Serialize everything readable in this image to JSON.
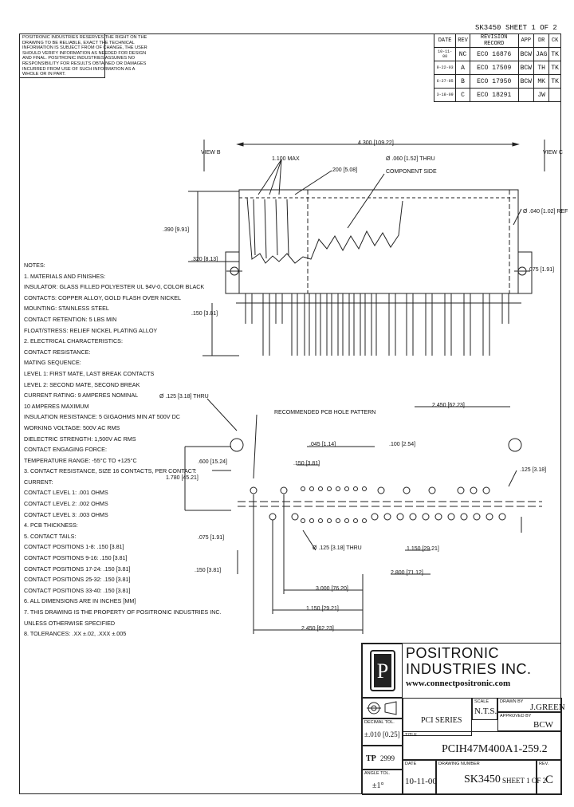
{
  "header": {
    "doc_number": "SK3450",
    "sheet": "SHEET 1 OF 2"
  },
  "disclaimer": [
    "POSITRONIC INDUSTRIES RESERVES THE RIGHT ON THE",
    "DRAWING TO BE RELIABLE, EXACT THE TECHNICAL",
    "INFORMATION IS SUBJECT FROM OF CHANGE, THE USER",
    "SHOULD VERIFY INFORMATION AS NEEDED FOR DESIGN",
    "AND FINAL. POSITRONIC INDUSTRIES ASSUMES NO",
    "RESPONSIBILITY FOR RESULTS OBTAINED OR DAMAGES",
    "INCURRED FROM USE OF SUCH INFORMATION AS A",
    "WHOLE OR IN PART."
  ],
  "revision_table": {
    "headers": [
      "DATE",
      "REV",
      "REVISION RECORD",
      "APP",
      "DR",
      "CK"
    ],
    "rows": [
      [
        "10-11-00",
        "NC",
        "ECO 16876",
        "BCW",
        "JAG",
        "TK"
      ],
      [
        "9-22-03",
        "A",
        "ECO 17509",
        "BCW",
        "TH",
        "TK"
      ],
      [
        "6-27-05",
        "B",
        "ECO 17950",
        "BCW",
        "MK",
        "TK"
      ],
      [
        "3-18-09",
        "C",
        "ECO 18291",
        "",
        "JW",
        ""
      ]
    ]
  },
  "views": {
    "side_label_b": "B",
    "side_label_c": "C",
    "view_b": "VIEW B",
    "view_c": "VIEW C",
    "dims": {
      "overall_length": "4.300 [109.22]",
      "max_dia": "1.100 MAX",
      "body_height": ".390 [9.91]",
      "tail": ".320 [8.13]",
      "shell": ".150 [3.81]",
      "overall": "1.780 [45.21]",
      "mount_hole": ".125 [3.18]",
      "pcb_hole": ".045 [1.14]",
      "pitch_a": ".100 [2.54]",
      "pitch_b": ".200 [5.08]",
      "row_spacing": ".075 [1.91]",
      "centers": ".150 [3.81]",
      "span_1": ".600 [15.24]",
      "span_2": "1.150 [29.21]",
      "span_3": "2.450 [62.23]",
      "span_4": "2.800 [71.12]",
      "span_5": "3.000 [76.20]",
      "hole_pattern": "Ø .125 [3.18] THRU",
      "clearance": "Ø .060 [1.52] THRU",
      "board_edge": "Ø .040 [1.02] REF",
      "recommended": "RECOMMENDED PCB HOLE PATTERN",
      "component_side": "COMPONENT SIDE"
    }
  },
  "notes": [
    "NOTES:",
    "1. MATERIALS AND FINISHES:",
    "   INSULATOR: GLASS FILLED POLYESTER UL 94V-0, COLOR BLACK",
    "   CONTACTS: COPPER ALLOY, GOLD FLASH OVER NICKEL",
    "   MOUNTING: STAINLESS STEEL",
    "   CONTACT RETENTION: 5 LBS MIN",
    "   FLOAT/STRESS: RELIEF NICKEL PLATING ALLOY",
    "2. ELECTRICAL CHARACTERISTICS:",
    "   CONTACT RESISTANCE:",
    "   MATING SEQUENCE:",
    "     LEVEL 1: FIRST MATE, LAST BREAK CONTACTS",
    "     LEVEL 2: SECOND MATE, SECOND BREAK",
    "   CURRENT RATING: 9 AMPERES NOMINAL",
    "       10 AMPERES MAXIMUM",
    "   INSULATION RESISTANCE: 5 GIGAOHMS MIN AT 500V DC",
    "   WORKING VOLTAGE: 500V AC RMS",
    "   DIELECTRIC STRENGTH: 1,500V AC RMS",
    "   CONTACT ENGAGING FORCE:",
    "   TEMPERATURE RANGE: -55°C TO +125°C",
    "3. CONTACT RESISTANCE, SIZE 16 CONTACTS, PER CONTACT:",
    "   CURRENT:",
    "     CONTACT LEVEL 1: .001 OHMS",
    "     CONTACT LEVEL 2: .002 OHMS",
    "     CONTACT LEVEL 3: .003 OHMS",
    "4. PCB THICKNESS:",
    "5. CONTACT TAILS:",
    "     CONTACT POSITIONS 1-8: .150 [3.81]",
    "     CONTACT POSITIONS 9-16: .150 [3.81]",
    "     CONTACT POSITIONS 17-24: .150 [3.81]",
    "     CONTACT POSITIONS 25-32: .150 [3.81]",
    "     CONTACT POSITIONS 33-40: .150 [3.81]",
    "6. ALL DIMENSIONS ARE IN INCHES [MM]",
    "7. THIS DRAWING IS THE PROPERTY OF POSITRONIC INDUSTRIES INC.",
    "   UNLESS OTHERWISE SPECIFIED",
    "8. TOLERANCES: .XX ±.02, .XXX ±.005"
  ],
  "title_block": {
    "company_line1": "POSITRONIC",
    "company_line2": "INDUSTRIES INC.",
    "website": "www.connectpositronic.com",
    "logo_letters": "P",
    "series": "PCI SERIES",
    "scale_label": "SCALE",
    "scale": "N.T.S.",
    "drawn_by_label": "DRAWN BY",
    "drawn_by": "J.GREEN",
    "approved_by_label": "APPROVED BY",
    "approved_by": "BCW",
    "decimal_tol_label": "DECIMAL TOL.",
    "decimal_tol": "±.010 [0.25]",
    "title_label": "TITLE",
    "title": "PCIH47M400A1-259.2",
    "date_label": "DATE",
    "date": "10-11-00",
    "drawing_number_label": "DRAWING NUMBER",
    "drawing_number": "SK3450",
    "sheet": "SHEET 1 OF 2",
    "rev_label": "REV.",
    "rev": "C",
    "angle_tol_label": "ANGLE TOL.",
    "angle_tol": "±1°",
    "tp_label": "TP",
    "tp_value": "2999"
  }
}
